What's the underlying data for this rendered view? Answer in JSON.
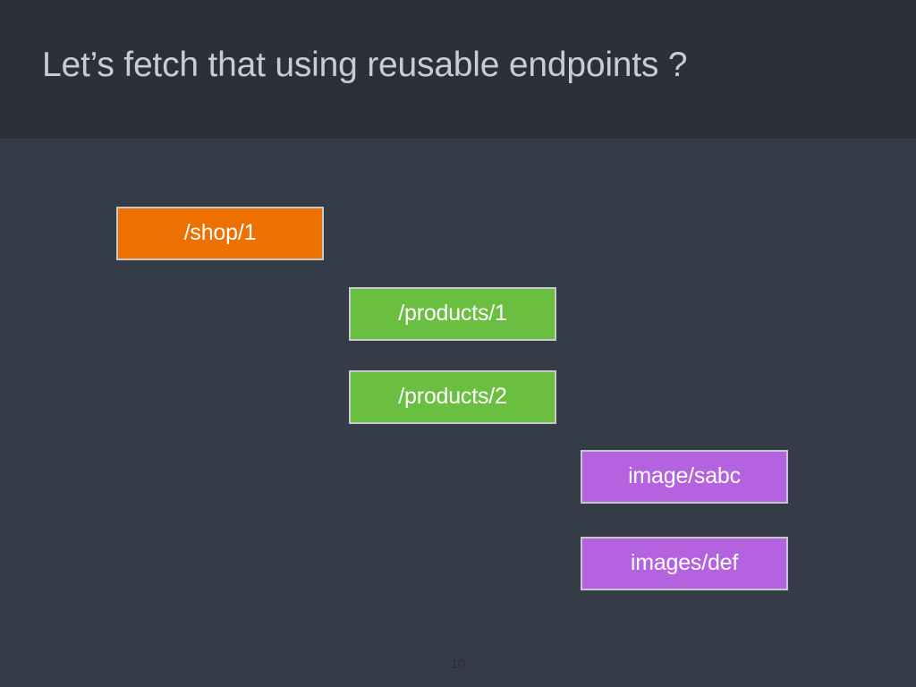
{
  "slide": {
    "title": "Let’s fetch that using reusable endpoints ?",
    "page_number": "10",
    "colors": {
      "header_background": "#2b303b",
      "body_background": "#353b47",
      "title_text": "#c9ccd1",
      "box_border": "#c6c8cb",
      "box_text": "#ffffff",
      "orange": "#ee7000",
      "green": "#6abf40",
      "purple": "#b462e0",
      "page_number_text": "#272c35"
    }
  },
  "boxes": [
    {
      "label": "/shop/1",
      "color_name": "orange",
      "color": "#ee7000"
    },
    {
      "label": "/products/1",
      "color_name": "green",
      "color": "#6abf40"
    },
    {
      "label": "/products/2",
      "color_name": "green",
      "color": "#6abf40"
    },
    {
      "label": "image/sabc",
      "color_name": "purple",
      "color": "#b462e0"
    },
    {
      "label": "images/def",
      "color_name": "purple",
      "color": "#b462e0"
    }
  ]
}
